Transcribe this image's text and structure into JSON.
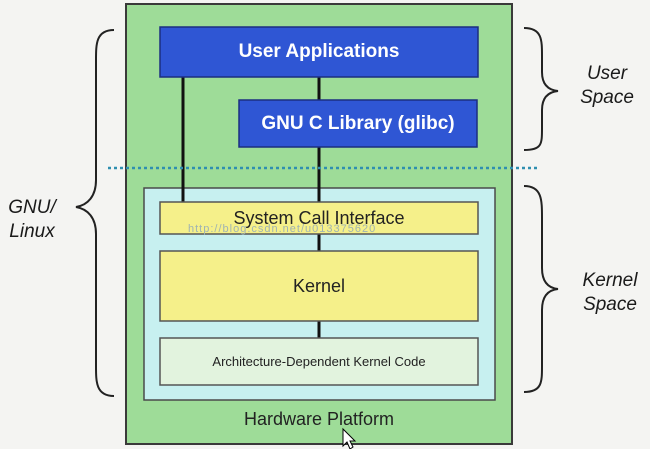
{
  "colors": {
    "outer_green": "#9edc98",
    "kernel_panel": "#c7f0f0",
    "user_blue": "#2f56d4",
    "kernel_yellow": "#f5f08a",
    "arch_green": "#e2f3de",
    "separator": "#2f8fb0",
    "line": "#111111"
  },
  "boxes": {
    "user_applications": "User Applications",
    "glibc": "GNU C Library (glibc)",
    "system_call_interface": "System Call Interface",
    "kernel": "Kernel",
    "arch_code": "Architecture-Dependent Kernel Code",
    "hardware_platform": "Hardware Platform"
  },
  "side_labels": {
    "gnu_linux": [
      "GNU/",
      "Linux"
    ],
    "user_space": [
      "User",
      "Space"
    ],
    "kernel_space": [
      "Kernel",
      "Space"
    ]
  },
  "watermark": "http://blog.csdn.net/u013375620"
}
